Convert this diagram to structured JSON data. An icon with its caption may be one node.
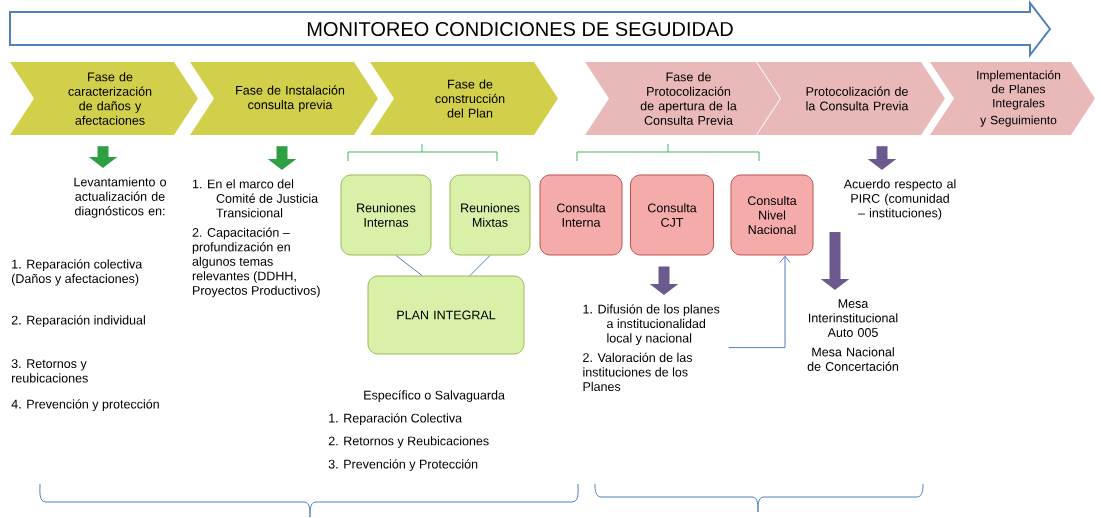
{
  "diagram": {
    "nodes": [
      {
        "text": [
          "MONITOREO CONDICIONES DE SEGUDIDAD"
        ]
      },
      {
        "text": [
          "Fase de caracterización de daños y afectaciones"
        ]
      },
      {
        "text": [
          "Fase de Instalación consulta previa"
        ]
      },
      {
        "text": [
          "Fase de construcción del Plan"
        ]
      },
      {
        "text": [
          "Fase de Protocolización de apertura de la Consulta Previa"
        ]
      },
      {
        "text": [
          "Protocolización de la Consulta Previa"
        ]
      },
      {
        "text": [
          "Implementación de Planes Integrales",
          "y Seguimiento"
        ]
      },
      {
        "text": [
          "Levantamiento o actualización de diagnósticos en:"
        ]
      },
      {
        "text": [
          "1. En el marco del Comité de Justicia Transicional",
          "2. Capacitación – profundización en algunos temas relevantes (DDHH, Proyectos Productivos)"
        ]
      },
      {
        "text": [
          "Reuniones Internas"
        ]
      },
      {
        "text": [
          "Reuniones Mixtas"
        ]
      },
      {
        "text": [
          "PLAN INTEGRAL"
        ]
      },
      {
        "text": [
          "Consulta Interna"
        ]
      },
      {
        "text": [
          "Consulta CJT"
        ]
      },
      {
        "text": [
          "Consulta Nivel Nacional"
        ]
      },
      {
        "text": [
          "Acuerdo respecto al PIRC (comunidad – instituciones)"
        ]
      },
      {
        "text": [
          "1. Difusión de los planes a institucionalidad local y nacional",
          "2. Valoración de las instituciones de los Planes"
        ]
      },
      {
        "text": [
          "Mesa Interinstitucional Auto 005",
          "Mesa Nacional de Concertación"
        ]
      }
    ],
    "edges": [
      {
        "from": 1,
        "to": 7,
        "arrow": "to",
        "color": "#2ea043"
      },
      {
        "from": 2,
        "to": 8,
        "arrow": "to",
        "color": "#2ea043"
      },
      {
        "from": 5,
        "to": 15,
        "arrow": "to",
        "color": "#6b5a8e"
      },
      {
        "from": 13,
        "to": 16,
        "arrow": "to",
        "color": "#6b5a8e"
      },
      {
        "from": 15,
        "to": 17,
        "arrow": "to",
        "color": "#6b5a8e"
      },
      {
        "from": 9,
        "to": 11,
        "arrow": "none",
        "color": "#4f81bd"
      },
      {
        "from": 10,
        "to": 11,
        "arrow": "none",
        "color": "#4f81bd"
      },
      {
        "from": 16,
        "to": 14,
        "arrow": "to",
        "color": "#4f81bd"
      }
    ],
    "labels": [
      "1. Reparación colectiva (Daños y afectaciones)",
      "2. Reparación individual",
      "3. Retornos y reubicaciones",
      "4. Prevención y protección",
      "Específico o Salvaguarda",
      "1. Reparación Colectiva",
      "2. Retornos y Reubicaciones",
      "3. Prevención y Protección"
    ]
  }
}
